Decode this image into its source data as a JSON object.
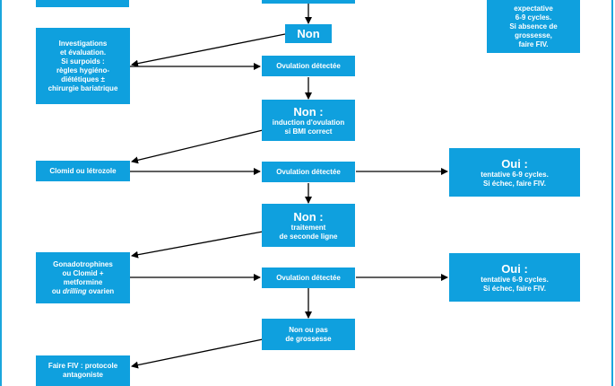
{
  "nodes": {
    "top_left_stub": {
      "lines": []
    },
    "top_center_stub": {
      "lines": []
    },
    "top_right": {
      "lines": [
        "expectative",
        "6-9 cycles.",
        "Si absence de",
        "grossesse,",
        "faire FIV."
      ]
    },
    "non_1": {
      "title": "Non"
    },
    "investigations": {
      "lines": [
        "Investigations",
        "et évaluation.",
        "Si surpoids :",
        "règles hygiéno-",
        "diététiques ±",
        "chirurgie bariatrique"
      ]
    },
    "ovulation_1": {
      "lines": [
        "Ovulation détectée"
      ]
    },
    "non_2": {
      "title": "Non :",
      "lines": [
        "induction d'ovulation",
        "si BMI correct"
      ]
    },
    "clomid": {
      "lines": [
        "Clomid ou létrozole"
      ]
    },
    "ovulation_2": {
      "lines": [
        "Ovulation détectée"
      ]
    },
    "oui_1": {
      "title": "Oui :",
      "lines": [
        "tentative 6-9 cycles.",
        "Si échec, faire FIV."
      ]
    },
    "non_3": {
      "title": "Non :",
      "lines": [
        "traitement",
        "de seconde ligne"
      ]
    },
    "gonado": {
      "lines": [
        "Gonadotrophines",
        "ou Clomid +",
        "metformine"
      ],
      "pre": "ou ",
      "em": "drilling",
      "post": " ovarien"
    },
    "ovulation_3": {
      "lines": [
        "Ovulation détectée"
      ]
    },
    "oui_2": {
      "title": "Oui :",
      "lines": [
        "tentative 6-9 cycles.",
        "Si échec, faire FIV."
      ]
    },
    "non_pas": {
      "lines": [
        "Non ou pas",
        "de grossesse"
      ]
    },
    "fiv": {
      "lines": [
        "Faire FIV : protocole",
        "antagoniste"
      ]
    }
  },
  "colors": {
    "box": "#0fa0de",
    "text": "#ffffff",
    "line": "#000000",
    "frame": "#1aa6dd"
  }
}
